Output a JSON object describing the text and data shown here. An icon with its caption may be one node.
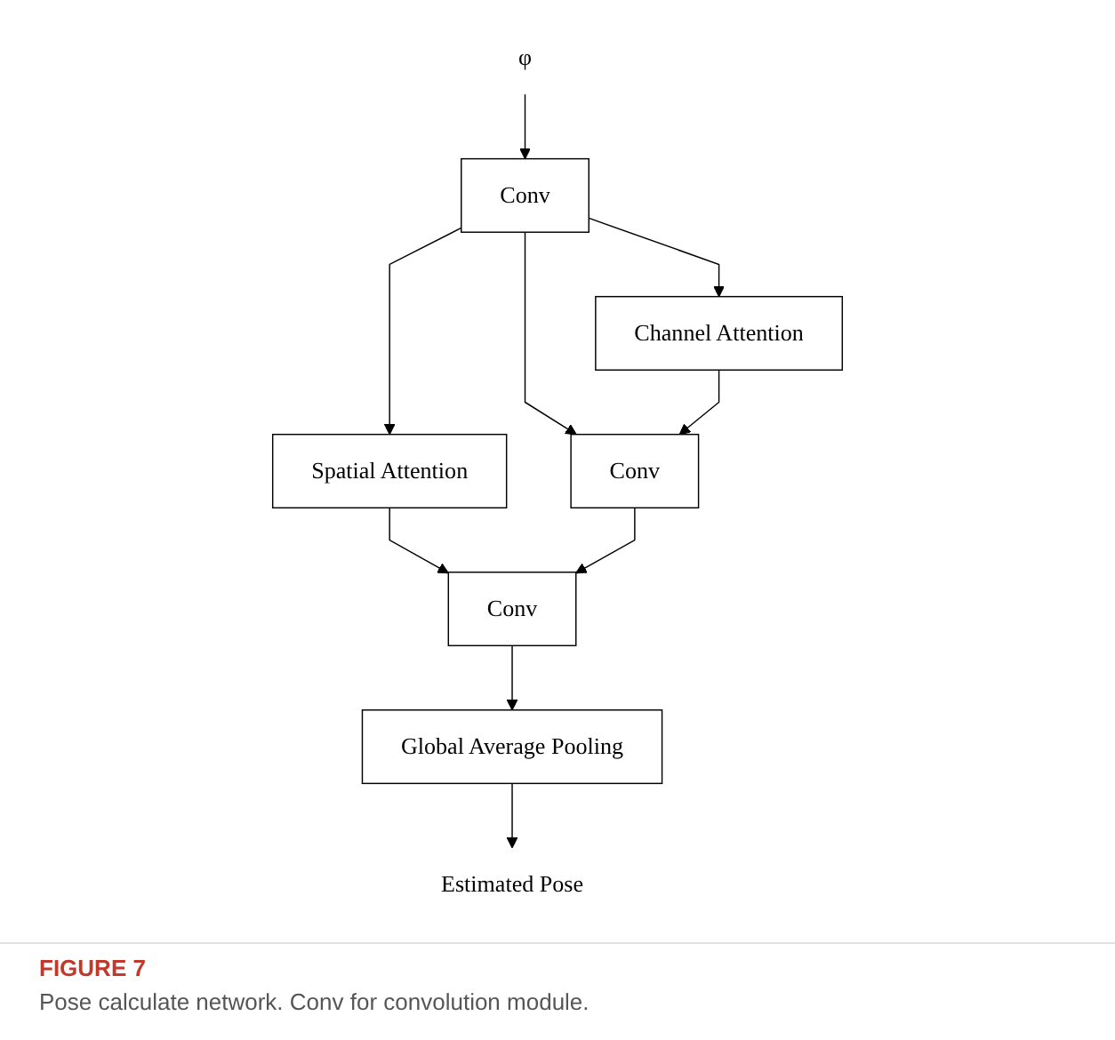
{
  "diagram": {
    "caption": "Pose calculate network. Conv for convolution module.",
    "nodes": [
      {
        "text": [
          "φ"
        ]
      },
      {
        "text": [
          "Conv"
        ]
      },
      {
        "text": [
          "Channel Attention"
        ]
      },
      {
        "text": [
          "Spatial Attention"
        ]
      },
      {
        "text": [
          "Conv"
        ]
      },
      {
        "text": [
          "Conv"
        ]
      },
      {
        "text": [
          "Global Average Pooling"
        ]
      },
      {
        "text": [
          "Estimated Pose"
        ]
      }
    ],
    "edges": [
      {
        "from": 0,
        "to": 1,
        "arrow": "to"
      },
      {
        "from": 1,
        "to": 3,
        "arrow": "to"
      },
      {
        "from": 1,
        "to": 4,
        "arrow": "to"
      },
      {
        "from": 1,
        "to": 2,
        "arrow": "to"
      },
      {
        "from": 2,
        "to": 4,
        "arrow": "to"
      },
      {
        "from": 3,
        "to": 5,
        "arrow": "to"
      },
      {
        "from": 4,
        "to": 5,
        "arrow": "to"
      },
      {
        "from": 5,
        "to": 6,
        "arrow": "to"
      },
      {
        "from": 6,
        "to": 7,
        "arrow": "to"
      }
    ],
    "labels": [
      "FIGURE 7"
    ]
  }
}
